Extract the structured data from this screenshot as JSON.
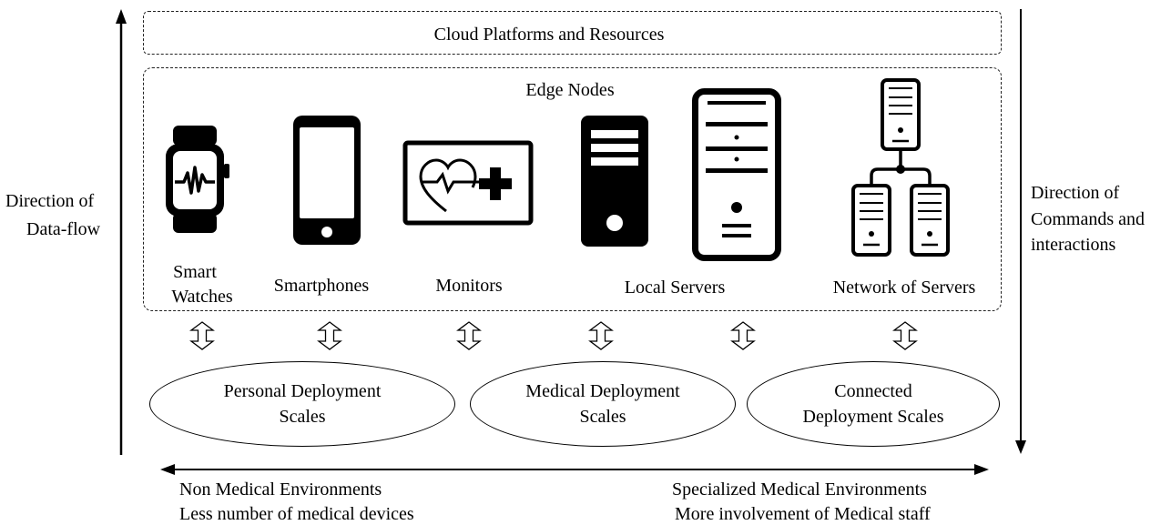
{
  "cloud": {
    "label": "Cloud Platforms and Resources"
  },
  "edge": {
    "title": "Edge Nodes",
    "devices": [
      {
        "icon": "smartwatch-icon",
        "label_line1": "Smart",
        "label_line2": "Watches"
      },
      {
        "icon": "smartphone-icon",
        "label": "Smartphones"
      },
      {
        "icon": "monitor-icon",
        "label": "Monitors"
      },
      {
        "icon": "server-icon",
        "label": "Local Servers"
      },
      {
        "icon": "server-network-icon",
        "label": "Network of Servers"
      }
    ]
  },
  "left_axis": {
    "line1": "Direction of",
    "line2": "Data-flow"
  },
  "right_axis": {
    "line1": "Direction of",
    "line2": "Commands and",
    "line3": "interactions"
  },
  "scales": [
    {
      "line1": "Personal Deployment",
      "line2": "Scales"
    },
    {
      "line1": "Medical Deployment",
      "line2": "Scales"
    },
    {
      "line1": "Connected",
      "line2": "Deployment  Scales"
    }
  ],
  "bottom": {
    "left_line1": "Non Medical Environments",
    "left_line2": "Less number of medical devices",
    "right_line1": "Specialized Medical Environments",
    "right_line2": "More involvement of Medical staff"
  }
}
